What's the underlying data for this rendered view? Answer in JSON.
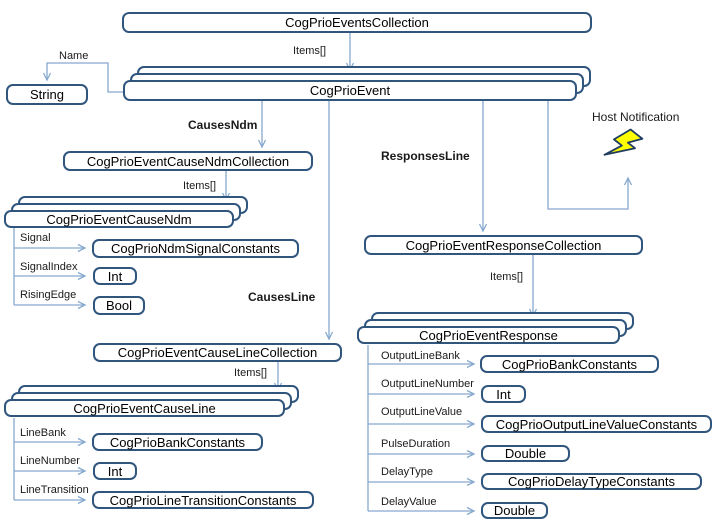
{
  "diagram": {
    "title_note": "Host Notification",
    "nodes": {
      "events_collection": "CogPrioEventsCollection",
      "string_type": "String",
      "event": "CogPrioEvent",
      "cause_ndm_collection": "CogPrioEventCauseNdmCollection",
      "cause_ndm": "CogPrioEventCauseNdm",
      "ndm_signal_constants": "CogPrioNdmSignalConstants",
      "ndm_int": "Int",
      "ndm_bool": "Bool",
      "cause_line_collection": "CogPrioEventCauseLineCollection",
      "cause_line": "CogPrioEventCauseLine",
      "line_bank_constants": "CogPrioBankConstants",
      "line_int": "Int",
      "line_transition_constants": "CogPrioLineTransitionConstants",
      "response_collection": "CogPrioEventResponseCollection",
      "response": "CogPrioEventResponse",
      "resp_bank_constants": "CogPrioBankConstants",
      "resp_int": "Int",
      "output_line_value_constants": "CogPrioOutputLineValueConstants",
      "pulse_double": "Double",
      "delay_type_constants": "CogPrioDelayTypeConstants",
      "delay_double": "Double"
    },
    "edge_labels": {
      "name": "Name",
      "items_top": "Items[]",
      "causes_ndm": "CausesNdm",
      "items_ndm": "Items[]",
      "signal": "Signal",
      "signal_index": "SignalIndex",
      "rising_edge": "RisingEdge",
      "causes_line": "CausesLine",
      "items_line": "Items[]",
      "line_bank": "LineBank",
      "line_number": "LineNumber",
      "line_transition": "LineTransition",
      "responses_line": "ResponsesLine",
      "items_resp": "Items[]",
      "output_line_bank": "OutputLineBank",
      "output_line_number": "OutputLineNumber",
      "output_line_value": "OutputLineValue",
      "pulse_duration": "PulseDuration",
      "delay_type": "DelayType",
      "delay_value": "DelayValue",
      "host_notification": "Host Notification"
    },
    "colors": {
      "box_border": "#31567E",
      "connector": "#87A9CF",
      "bolt_fill": "#FFFF00",
      "bolt_outline": "#1F3C61",
      "text": "#000000"
    }
  }
}
